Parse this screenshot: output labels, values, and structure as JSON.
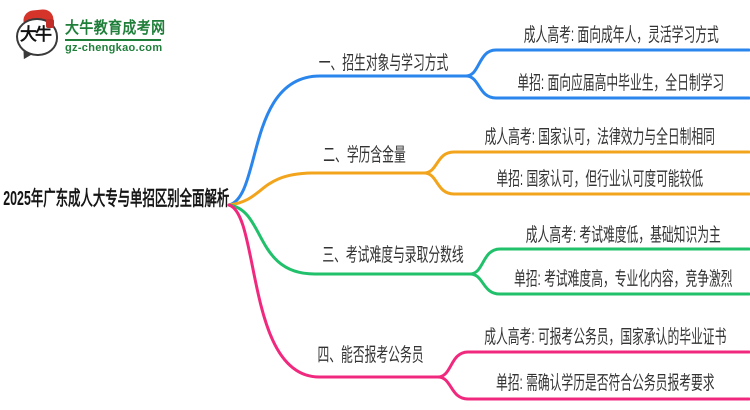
{
  "logo": {
    "site_name": "大牛教育成考网",
    "site_url": "gz-chengkao.com",
    "icon_text": "大牛",
    "brand_color": "#1f7f3a",
    "accent_red": "#d5342b"
  },
  "central": {
    "title": "2025年广东成人大专与单招区别全面解析"
  },
  "branches": [
    {
      "label": "一、招生对象与学习方式",
      "color": "#2a86ec",
      "children": [
        "成人高考: 面向成年人，灵活学习方式",
        "单招: 面向应届高中毕业生，全日制学习"
      ]
    },
    {
      "label": "二、学历含金量",
      "color": "#f2a51c",
      "children": [
        "成人高考: 国家认可，法律效力与全日制相同",
        "单招: 国家认可，但行业认可度可能较低"
      ]
    },
    {
      "label": "三、考试难度与录取分数线",
      "color": "#21c06a",
      "children": [
        "成人高考: 考试难度低，基础知识为主",
        "单招: 考试难度高，专业化内容，竞争激烈"
      ]
    },
    {
      "label": "四、能否报考公务员",
      "color": "#f0297e",
      "children": [
        "成人高考: 可报考公务员，国家承认的毕业证书",
        "单招: 需确认学历是否符合公务员报考要求"
      ]
    }
  ]
}
